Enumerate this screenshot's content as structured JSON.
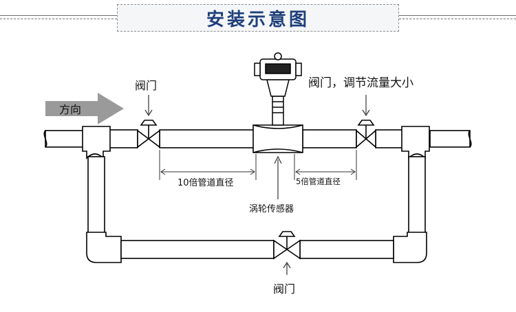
{
  "title": "安装示意图",
  "labels": {
    "direction": "方向",
    "valve_left": "阀门",
    "valve_right": "阀门，调节流量大小",
    "upstream": "10倍管道直径",
    "downstream": "5倍管道直径",
    "sensor": "涡轮传感器",
    "valve_bottom": "阀门"
  },
  "colors": {
    "title_text": "#1f3f7a",
    "arrow": "#9a9a9a",
    "pipe_stroke": "#000000"
  }
}
